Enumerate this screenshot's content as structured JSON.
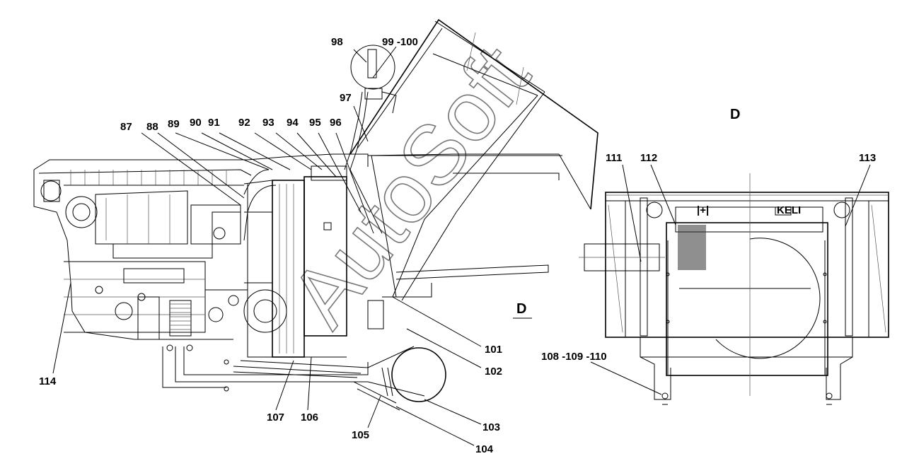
{
  "callouts": {
    "c87": "87",
    "c88": "88",
    "c89": "89",
    "c90": "90",
    "c91": "91",
    "c92": "92",
    "c93": "93",
    "c94": "94",
    "c95": "95",
    "c96": "96",
    "c97": "97",
    "c98": "98",
    "c99_100": "99 -100",
    "c101": "101",
    "c102": "102",
    "c103": "103",
    "c104": "104",
    "c105": "105",
    "c106": "106",
    "c107": "107",
    "c108_110": "108 -109 -110",
    "c111": "111",
    "c112": "112",
    "c113": "113",
    "c114": "114"
  },
  "view_marker": "D",
  "view_title": "D",
  "watermark": "AutoSoft",
  "panel_label_left": "|+|",
  "panel_label_right": "KELI"
}
